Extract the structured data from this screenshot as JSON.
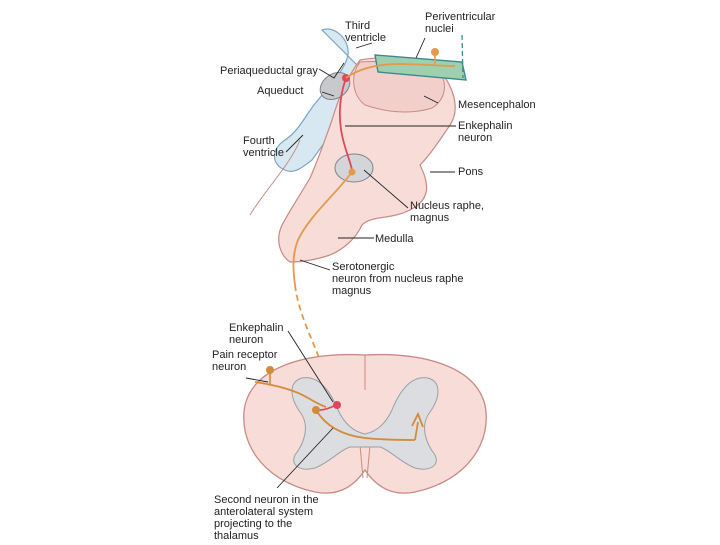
{
  "diagram": {
    "labels": {
      "third_ventricle": "Third\nventricle",
      "periventricular_nuclei": "Periventricular\nnuclei",
      "periaqueductal_gray": "Periaqueductal gray",
      "aqueduct": "Aqueduct",
      "mesencephalon": "Mesencephalon",
      "fourth_ventricle": "Fourth\nventricle",
      "enkephalin_neuron_upper": "Enkephalin\nneuron",
      "pons": "Pons",
      "nucleus_raphe_magnus": "Nucleus raphe,\nmagnus",
      "medulla": "Medulla",
      "serotonergic_neuron": "Serotonergic\nneuron from nucleus raphe\nmagnus",
      "enkephalin_neuron_lower": "Enkephalin\nneuron",
      "pain_receptor_neuron": "Pain receptor\nneuron",
      "second_neuron": "Second neuron in the\nanterolateral system\nprojecting to the\nthalamus"
    },
    "colors": {
      "tissue_fill": "#f7dcd8",
      "tissue_outline": "#c98a86",
      "ventricle_fill": "#d8e8f2",
      "gray_matter_fill": "#dcdde0",
      "green_band": "#9fcfb0",
      "enkephalin_neuron": "#e0485a",
      "serotonergic_neuron": "#e39a4a",
      "pain_neuron": "#d48a3a"
    }
  }
}
